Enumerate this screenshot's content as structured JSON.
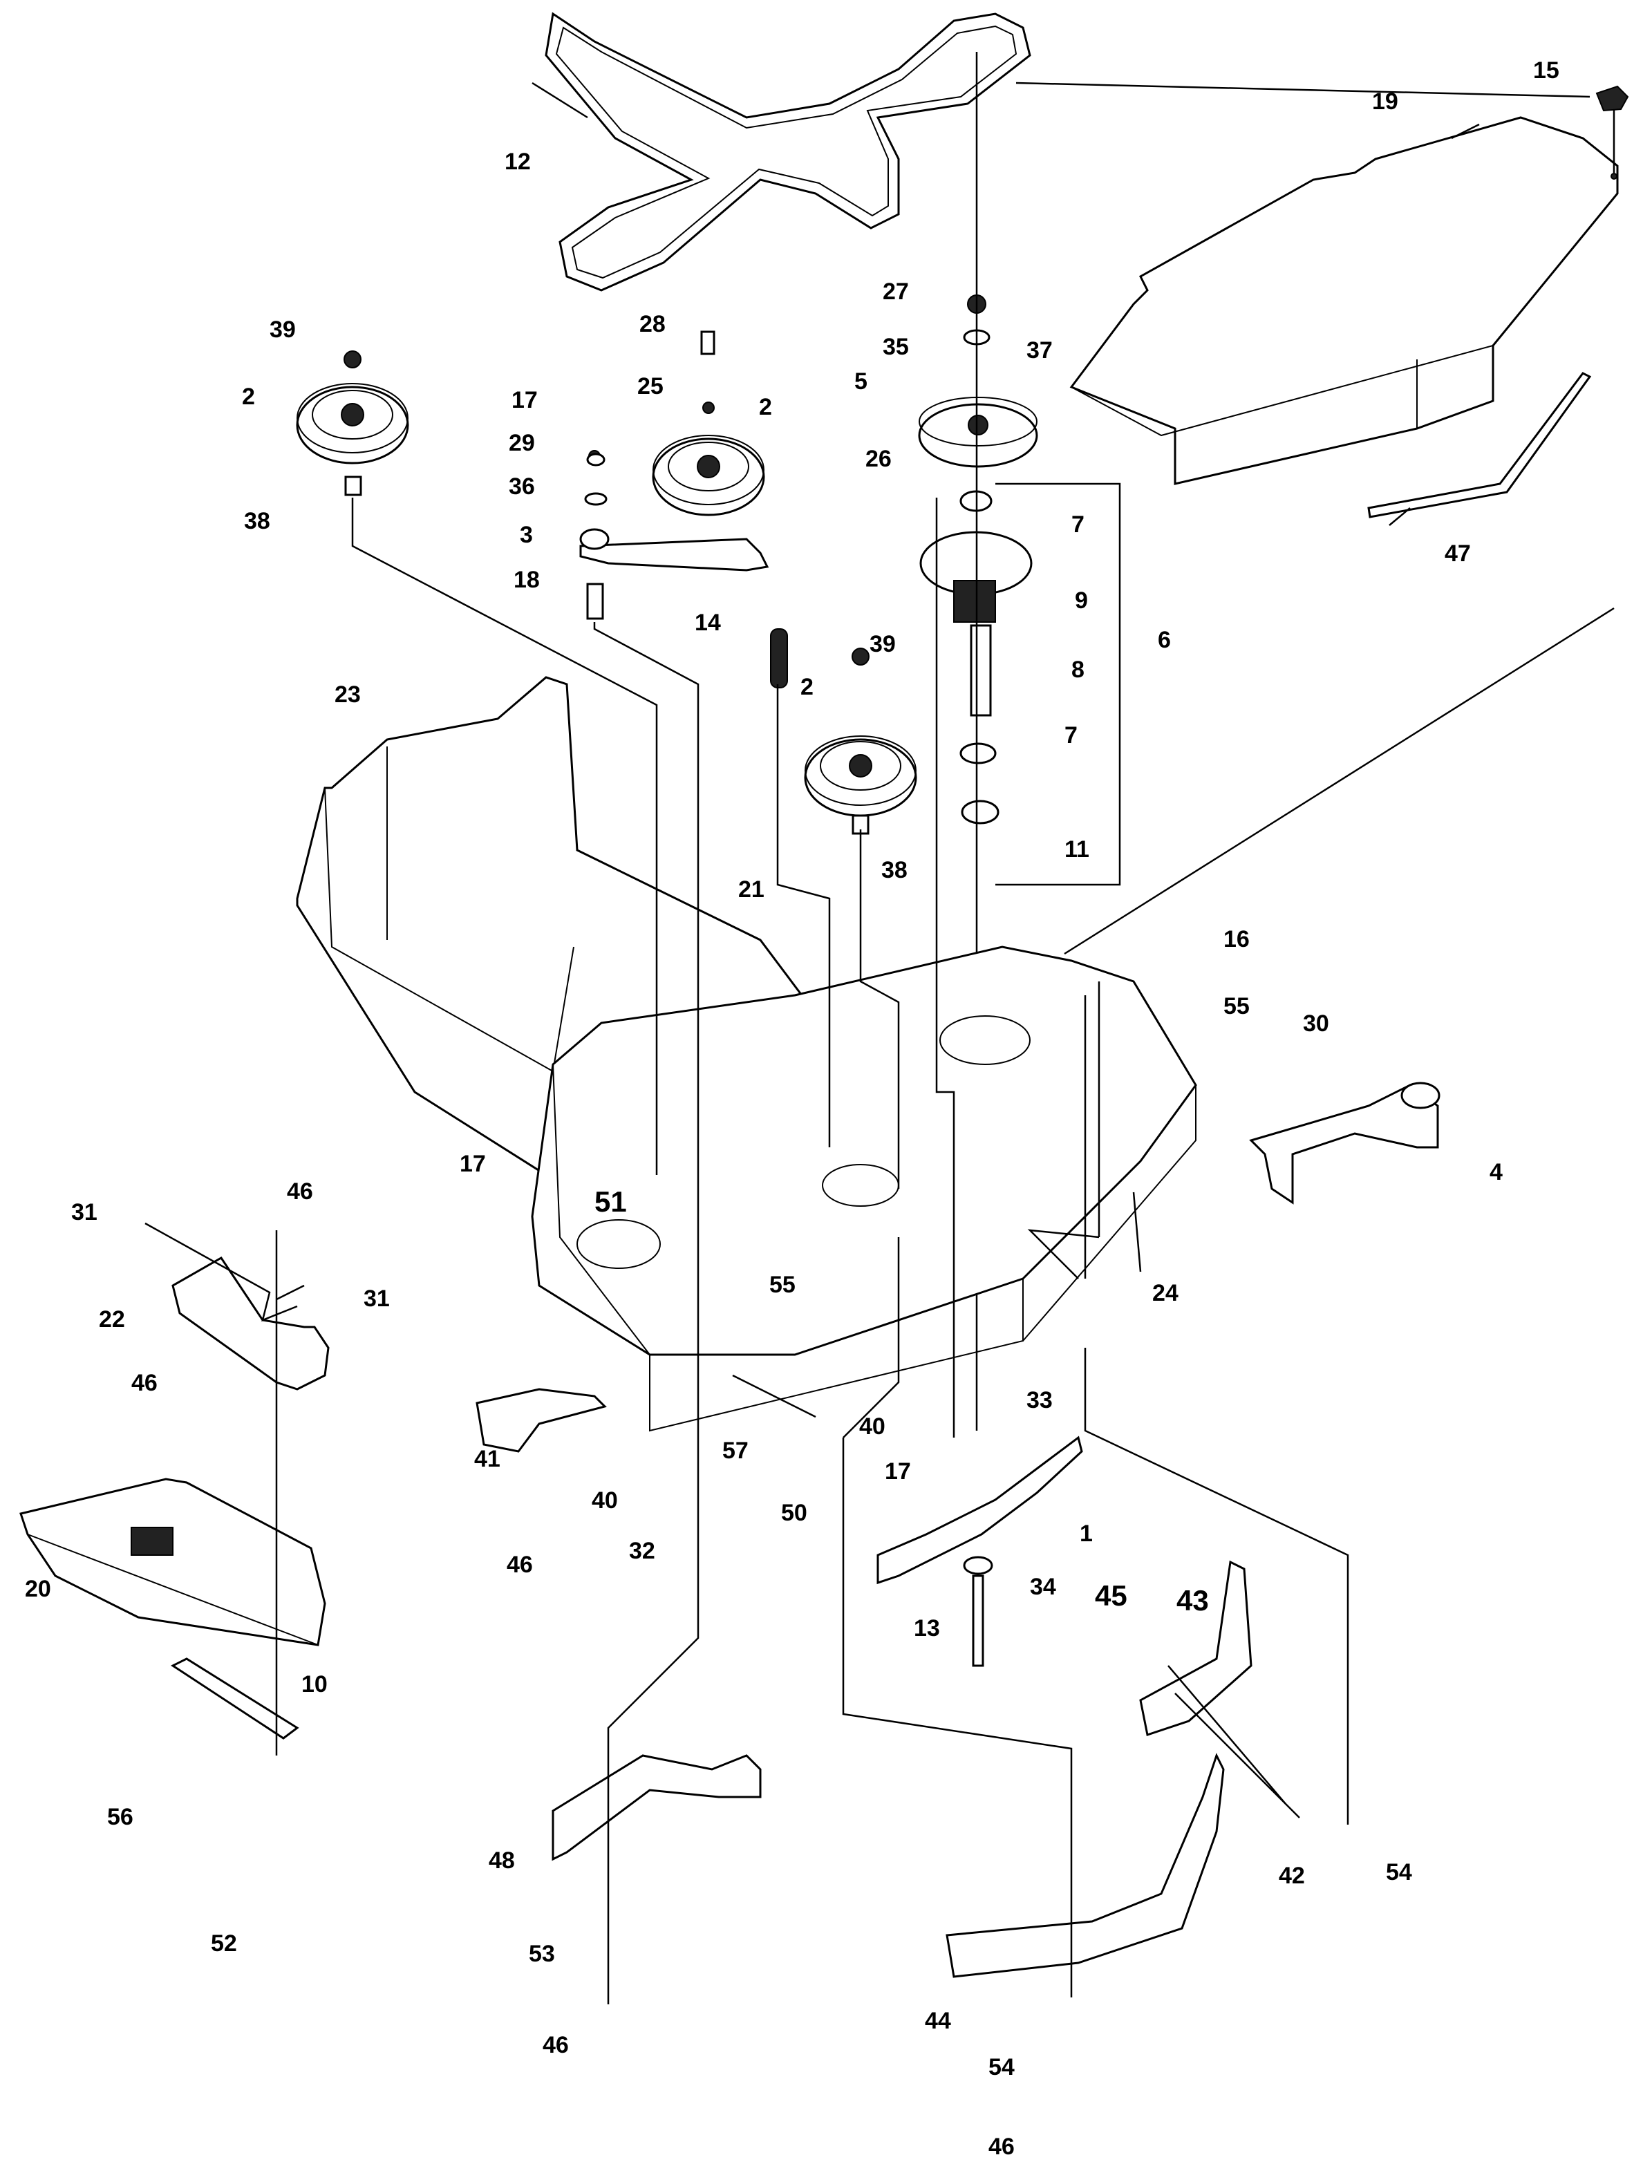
{
  "callouts": {
    "c1": "1",
    "c2a": "2",
    "c2b": "2",
    "c2c": "2",
    "c3": "3",
    "c4": "4",
    "c5": "5",
    "c6": "6",
    "c7a": "7",
    "c7b": "7",
    "c8": "8",
    "c9": "9",
    "c10": "10",
    "c11": "11",
    "c12": "12",
    "c13": "13",
    "c14": "14",
    "c15": "15",
    "c16": "16",
    "c17a": "17",
    "c17b": "17",
    "c17c": "17",
    "c18": "18",
    "c19": "19",
    "c20": "20",
    "c21": "21",
    "c22": "22",
    "c23": "23",
    "c24": "24",
    "c25": "25",
    "c26": "26",
    "c27": "27",
    "c28": "28",
    "c29": "29",
    "c30": "30",
    "c31a": "31",
    "c31b": "31",
    "c32": "32",
    "c33": "33",
    "c34": "34",
    "c35": "35",
    "c36": "36",
    "c37": "37",
    "c38a": "38",
    "c38b": "38",
    "c39a": "39",
    "c39b": "39",
    "c40a": "40",
    "c40b": "40",
    "c41": "41",
    "c42": "42",
    "c43": "43",
    "c44": "44",
    "c45": "45",
    "c46a": "46",
    "c46b": "46",
    "c46c": "46",
    "c46d": "46",
    "c46e": "46",
    "c47": "47",
    "c48": "48",
    "c50": "50",
    "c51": "51",
    "c52": "52",
    "c53": "53",
    "c54a": "54",
    "c54b": "54",
    "c55a": "55",
    "c55b": "55",
    "c56": "56",
    "c57": "57"
  },
  "colors": {
    "ink": "#000000",
    "paper": "#ffffff"
  }
}
